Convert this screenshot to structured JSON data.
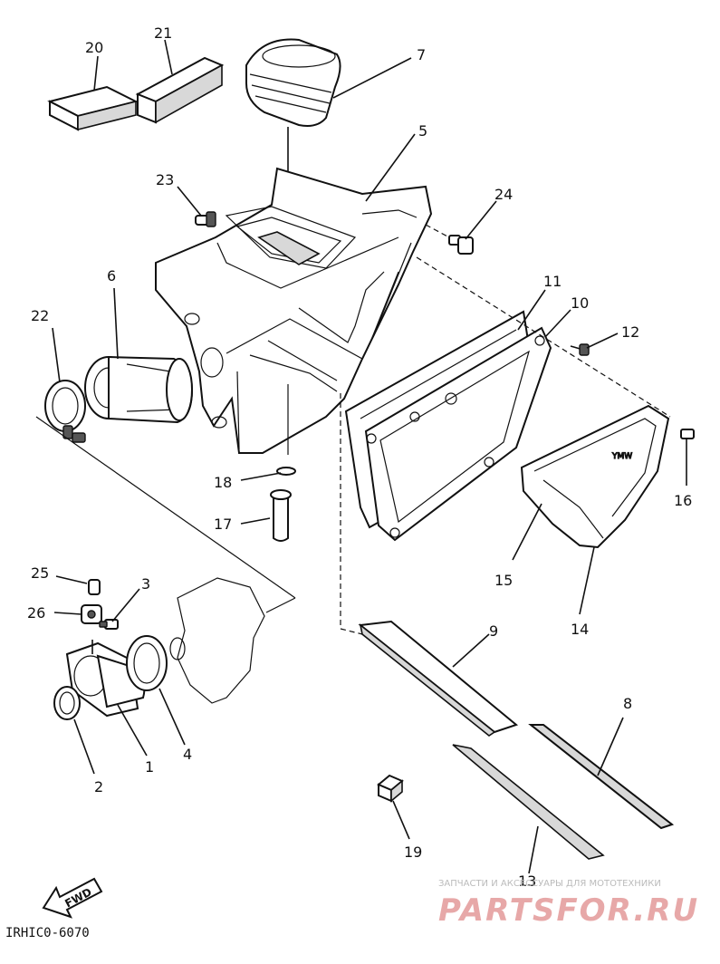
{
  "diagram": {
    "labels": [
      "20",
      "21",
      "7",
      "5",
      "23",
      "24",
      "6",
      "22",
      "11",
      "10",
      "12",
      "16",
      "18",
      "17",
      "15",
      "14",
      "25",
      "3",
      "26",
      "9",
      "8",
      "1",
      "4",
      "2",
      "19",
      "13"
    ]
  },
  "footer": {
    "drawing_code": "IRHIC0-6070",
    "fwd_label": "FWD"
  },
  "watermark": {
    "tagline": "ЗАПЧАСТИ И АКСЕССУАРЫ ДЛЯ МОТОТЕХНИКИ",
    "brand": "PARTSFOR.RU"
  },
  "colors": {
    "ink": "#111111",
    "watermark_brand": "#e7a8a8",
    "watermark_tagline": "#bbbbbb"
  }
}
